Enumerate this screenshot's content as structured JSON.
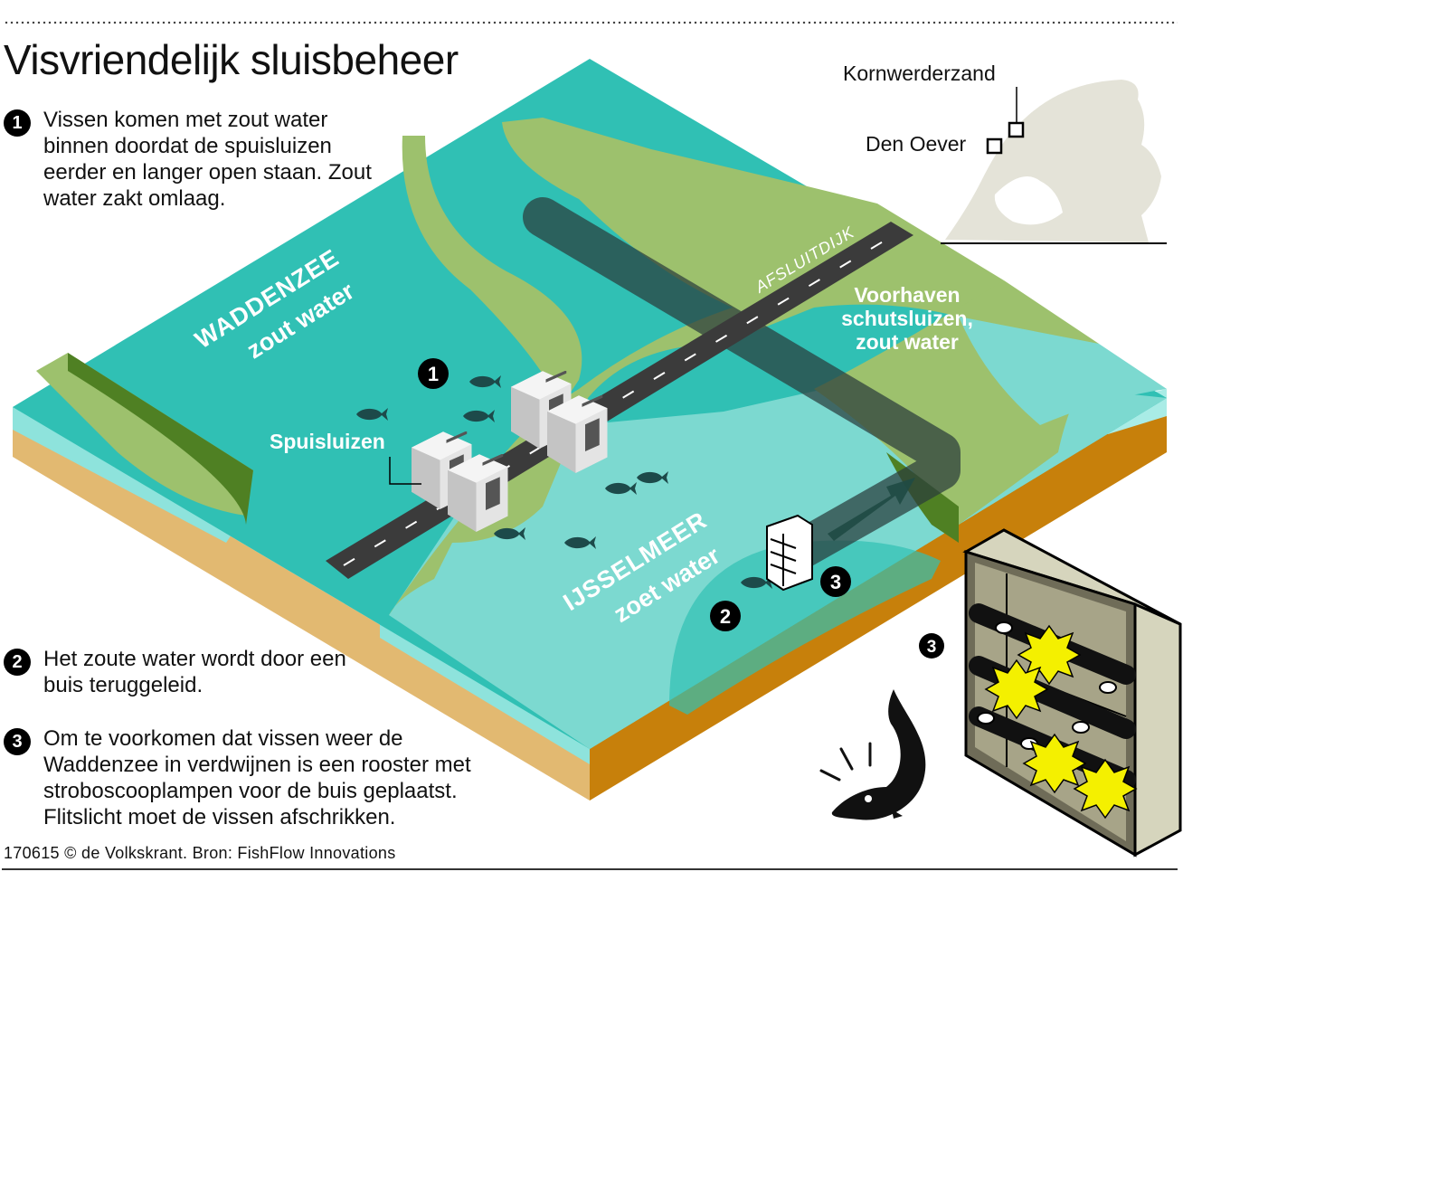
{
  "title": "Visvriendelijk sluisbeheer",
  "steps": [
    {
      "num": "1",
      "text": "Vissen komen met zout water binnen doordat de spuisluizen eerder en langer open staan. Zout water zakt omlaag."
    },
    {
      "num": "2",
      "text": "Het zoute water wordt door een buis teruggeleid."
    },
    {
      "num": "3",
      "text": "Om te voorkomen dat vissen weer de Waddenzee in verdwijnen is een rooster met stroboscooplampen voor de buis geplaatst. Flitslicht moet de vissen afschrikken."
    }
  ],
  "labels": {
    "waddenzee": "WADDENZEE",
    "zout_water": "zout water",
    "ijsselmeer": "IJSSELMEER",
    "zoet_water": "zoet water",
    "spuisluizen": "Spuisluizen",
    "afsluitdijk": "AFSLUITDIJK",
    "voorhaven_1": "Voorhaven",
    "voorhaven_2": "schutsluizen,",
    "voorhaven_3": "zout water",
    "kornwerderzand": "Kornwerderzand",
    "den_oever": "Den Oever"
  },
  "markers": {
    "m1": "1",
    "m2": "2",
    "m3": "3",
    "m3b": "3"
  },
  "credit": "170615 © de Volkskrant. Bron: FishFlow Innovations",
  "colors": {
    "sea": "#30c0b4",
    "lake": "#7cd9d0",
    "land": "#9dc16d",
    "land_dark": "#4f8023",
    "sand": "#e2b971",
    "sand_dark": "#c7800b",
    "road": "#3b3b3b",
    "map_land": "#e4e3d8",
    "flash": "#f4f000"
  }
}
